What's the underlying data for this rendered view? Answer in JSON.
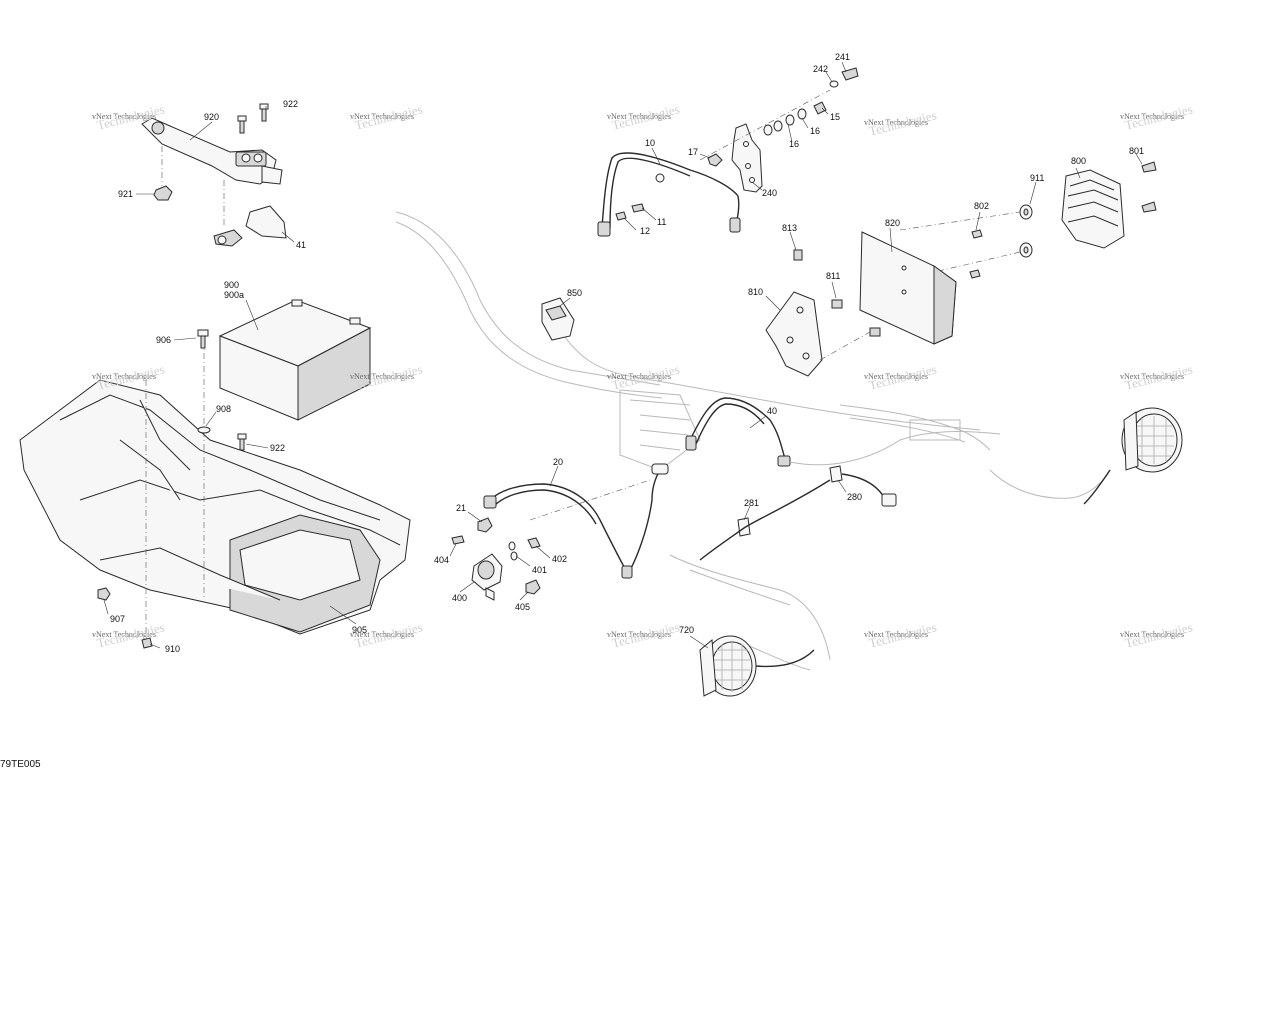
{
  "figure_code": "79TE005",
  "watermark": {
    "line1": "vNext Technologies",
    "line2": "Technologies"
  },
  "callouts": {
    "c241": "241",
    "c242": "242",
    "c920": "920",
    "c922a": "922",
    "c15": "15",
    "c16a": "16",
    "c16b": "16",
    "c17": "17",
    "c10": "10",
    "c240": "240",
    "c921": "921",
    "c11": "11",
    "c12": "12",
    "c41": "41",
    "c800": "800",
    "c801": "801",
    "c911": "911",
    "c802": "802",
    "c820": "820",
    "c813": "813",
    "c811": "811",
    "c810": "810",
    "c850": "850",
    "c900": "900",
    "c900a": "900a",
    "c906": "906",
    "c908": "908",
    "c922b": "922",
    "c40": "40",
    "c20": "20",
    "c280": "280",
    "c21": "21",
    "c281": "281",
    "c404": "404",
    "c402": "402",
    "c401": "401",
    "c400": "400",
    "c405": "405",
    "c907": "907",
    "c905": "905",
    "c910": "910",
    "c720": "720"
  }
}
